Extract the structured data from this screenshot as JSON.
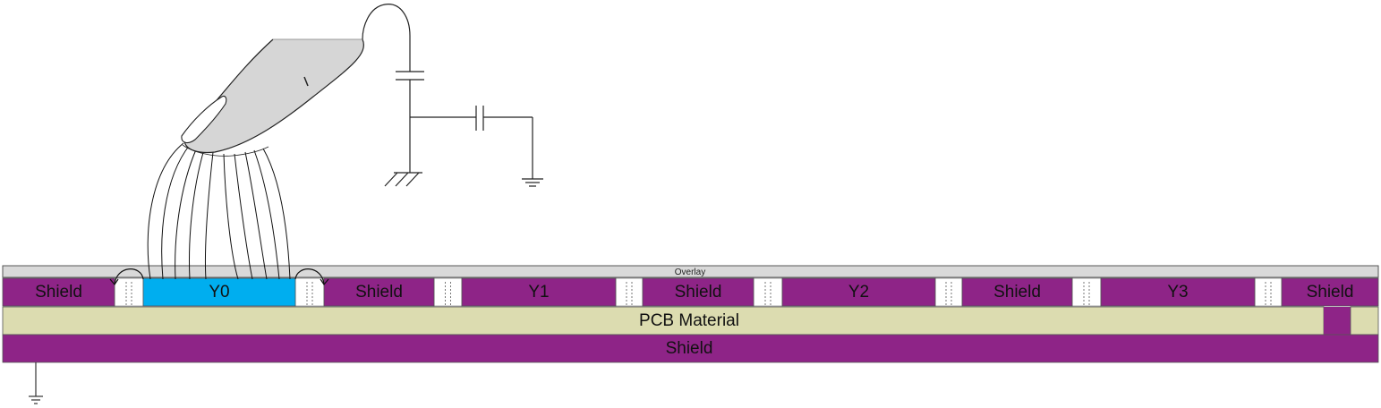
{
  "overlay": {
    "label": "Overlay"
  },
  "electrodes": [
    {
      "id": "shield-1",
      "label": "Shield",
      "kind": "shield"
    },
    {
      "id": "y0",
      "label": "Y0",
      "kind": "active"
    },
    {
      "id": "shield-2",
      "label": "Shield",
      "kind": "shield"
    },
    {
      "id": "y1",
      "label": "Y1",
      "kind": "sensor"
    },
    {
      "id": "shield-3",
      "label": "Shield",
      "kind": "shield"
    },
    {
      "id": "y2",
      "label": "Y2",
      "kind": "sensor"
    },
    {
      "id": "shield-4",
      "label": "Shield",
      "kind": "shield"
    },
    {
      "id": "y3",
      "label": "Y3",
      "kind": "sensor"
    },
    {
      "id": "shield-5",
      "label": "Shield",
      "kind": "shield"
    }
  ],
  "pcb": {
    "label": "PCB Material"
  },
  "bottom_shield": {
    "label": "Shield"
  },
  "colors": {
    "shield": "#8e2487",
    "active": "#00aeef",
    "pcb": "#dcdcb0",
    "overlay": "#d9d9d9",
    "gap": "#ffffff",
    "line": "#222222"
  },
  "icons": {
    "finger": "finger-illustration",
    "capacitor": "capacitor-icon",
    "ground": "ground-icon"
  }
}
